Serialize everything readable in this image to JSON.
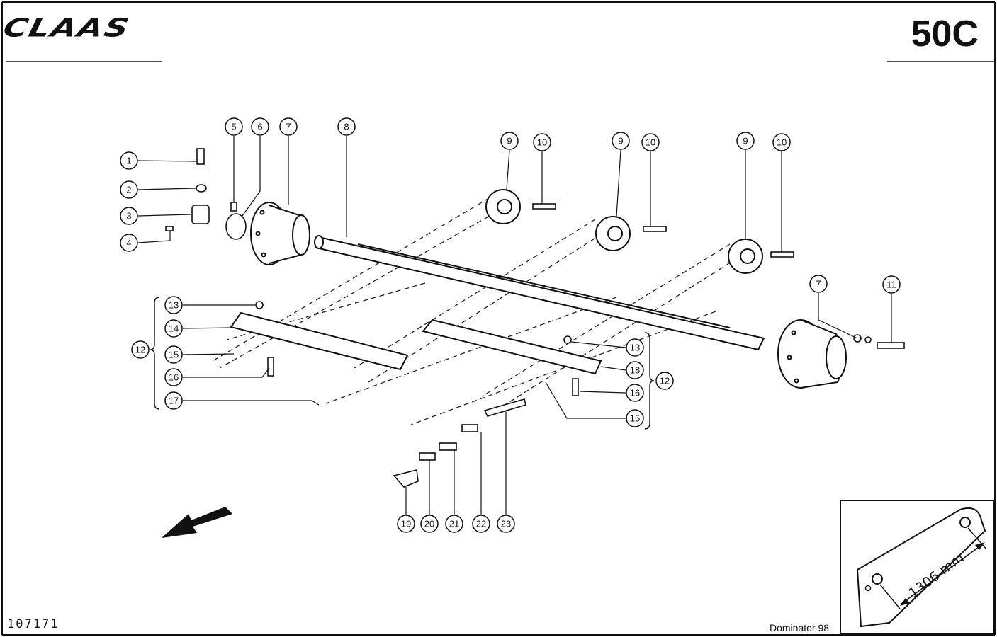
{
  "header": {
    "logo_text": "CLAAS",
    "page_code": "50C"
  },
  "footer": {
    "document_number": "107171",
    "model": "Dominator 98"
  },
  "callouts": [
    "1",
    "2",
    "3",
    "4",
    "5",
    "6",
    "7",
    "8",
    "9",
    "10",
    "9",
    "10",
    "9",
    "10",
    "7",
    "11",
    "13",
    "14",
    "12",
    "15",
    "16",
    "17",
    "13",
    "18",
    "12",
    "16",
    "15",
    "19",
    "20",
    "21",
    "22",
    "23"
  ],
  "inset": {
    "dimension_label": "1306 mm"
  },
  "colors": {
    "line": "#111111",
    "background": "#ffffff"
  },
  "icons": [
    "direction-arrow-icon"
  ]
}
